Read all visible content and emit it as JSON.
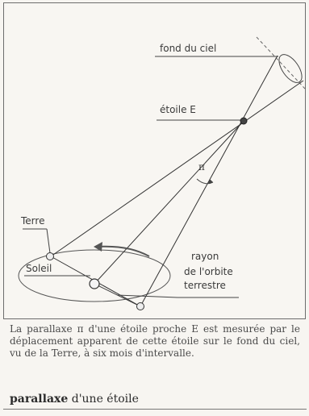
{
  "labels": {
    "fond": "fond du ciel",
    "etoile": "étoile E",
    "pi": "π",
    "terre": "Terre",
    "soleil": "Soleil",
    "rayon_l1": "rayon",
    "rayon_l2": "de l'orbite",
    "rayon_l3": "terrestre"
  },
  "caption": "La parallaxe π d'une étoile proche E est mesurée par le déplacement apparent de cette étoile sur le fond du ciel, vu de la Terre, à six mois d'intervalle.",
  "term": {
    "bold": "parallaxe",
    "rest": " d'une étoile"
  }
}
